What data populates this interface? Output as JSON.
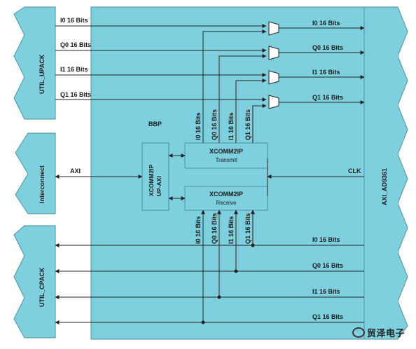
{
  "blocks": {
    "util_upack": "UTIL_UPACK",
    "interconnect": "Interconnect",
    "util_cpack": "UTIL_CPACK",
    "bbp": "BBP",
    "xcomm2ip_up_axi": "XCOMM2IP\nUP-AXI",
    "tx_title": "XCOMM2IP",
    "tx_sub": "Transmit",
    "rx_title": "XCOMM2IP",
    "rx_sub": "Receive",
    "axi_ad9361": "AXI_AD9361"
  },
  "signals": {
    "i0": "I0 16 Bits",
    "q0": "Q0 16 Bits",
    "i1": "I1 16 Bits",
    "q1": "Q1 16 Bits",
    "axi": "AXI",
    "clk": "CLK"
  },
  "colors": {
    "block_fill": "#7fd0df",
    "block_stroke": "#4a8fa0",
    "line": "#222222"
  },
  "watermark": "贸泽电子"
}
